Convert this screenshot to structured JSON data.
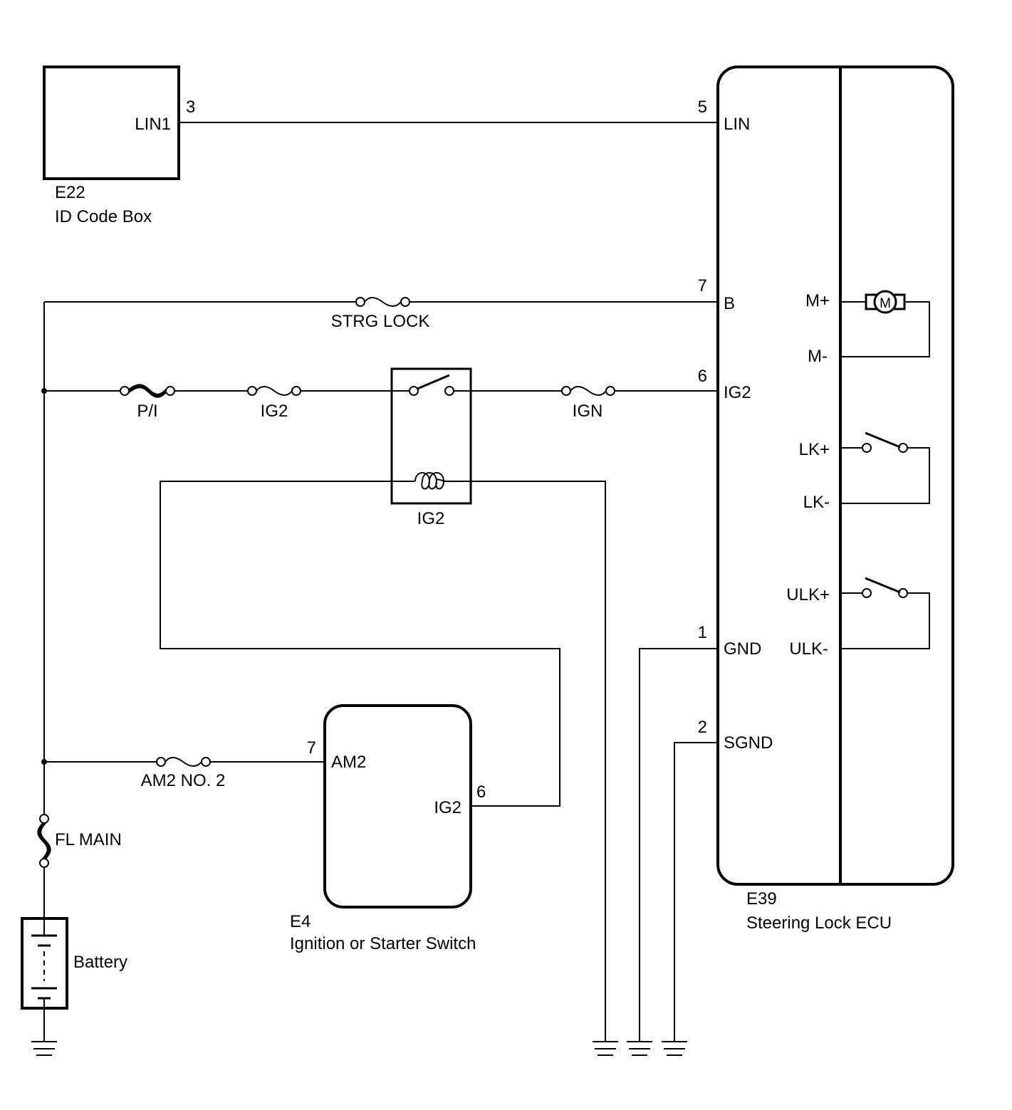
{
  "id_code_box": {
    "code": "E22",
    "name": "ID Code Box",
    "pin_label": "LIN1",
    "pin_number": "3"
  },
  "steering_lock_ecu": {
    "code": "E39",
    "name": "Steering Lock ECU",
    "pins": [
      {
        "number": "5",
        "label": "LIN"
      },
      {
        "number": "7",
        "label": "B"
      },
      {
        "number": "6",
        "label": "IG2"
      },
      {
        "number": "1",
        "label": "GND"
      },
      {
        "number": "2",
        "label": "SGND"
      }
    ],
    "internal_labels": {
      "motor_plus": "M+",
      "motor_minus": "M-",
      "motor_symbol": "M",
      "lock_plus": "LK+",
      "lock_minus": "LK-",
      "unlock_plus": "ULK+",
      "unlock_minus": "ULK-"
    }
  },
  "ignition_switch": {
    "code": "E4",
    "name": "Ignition or Starter Switch",
    "pins": [
      {
        "number": "7",
        "label": "AM2"
      },
      {
        "number": "6",
        "label": "IG2"
      }
    ]
  },
  "fuses": {
    "strg_lock": "STRG LOCK",
    "pi": "P/I",
    "ig2": "IG2",
    "ign": "IGN",
    "am2_no2": "AM2 NO. 2",
    "fl_main": "FL MAIN"
  },
  "relay": {
    "label": "IG2"
  },
  "battery": {
    "label": "Battery"
  }
}
